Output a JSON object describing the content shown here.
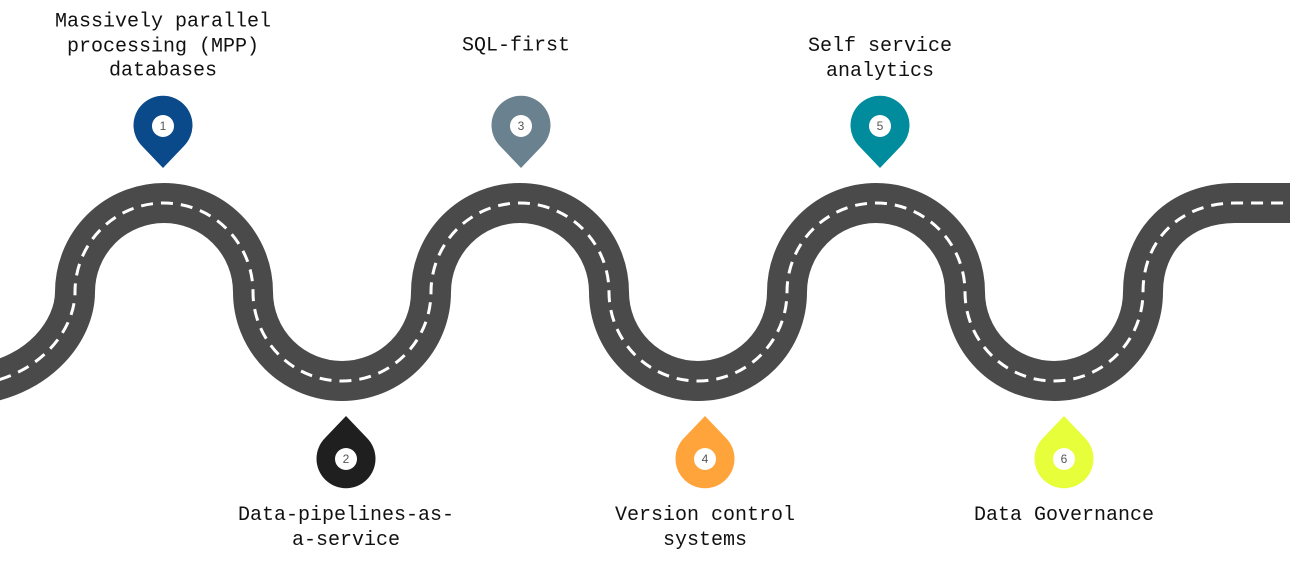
{
  "milestones": [
    {
      "number": "1",
      "label": "Massively parallel\nprocessing (MPP)\ndatabases",
      "color": "#0b4a8a"
    },
    {
      "number": "2",
      "label": "Data-pipelines-as-\na-service",
      "color": "#1f1f1f"
    },
    {
      "number": "3",
      "label": "SQL-first",
      "color": "#6a828f"
    },
    {
      "number": "4",
      "label": "Version control\nsystems",
      "color": "#ffa33b"
    },
    {
      "number": "5",
      "label": "Self service\nanalytics",
      "color": "#008c9c"
    },
    {
      "number": "6",
      "label": "Data Governance",
      "color": "#e6ff3a"
    }
  ],
  "road": {
    "asphalt_color": "#4a4a4a",
    "lane_marking_color": "#ffffff"
  }
}
